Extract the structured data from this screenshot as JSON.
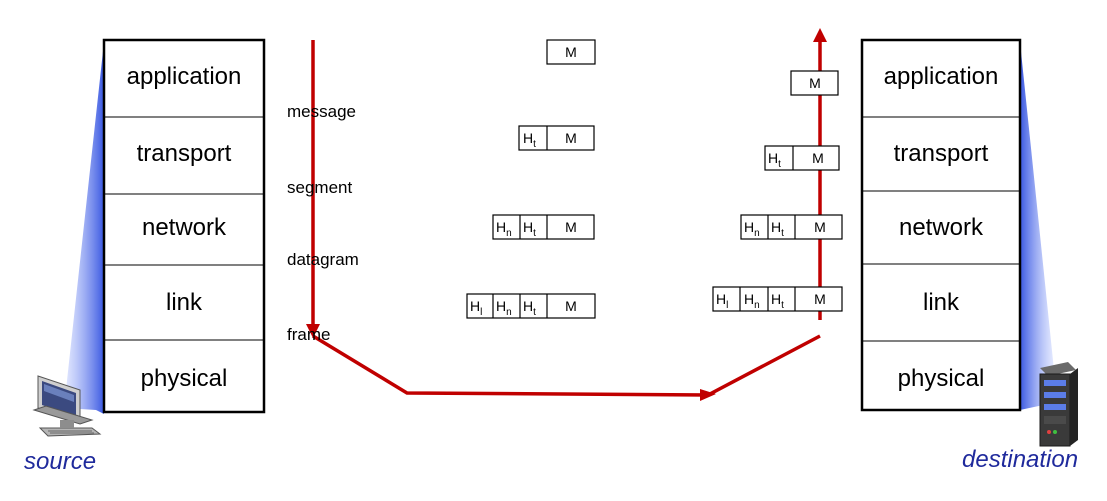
{
  "layers": [
    "application",
    "transport",
    "network",
    "link",
    "physical"
  ],
  "stage_labels": [
    "message",
    "segment",
    "datagram",
    "frame"
  ],
  "payload": "M",
  "headers": {
    "transport": {
      "letter": "H",
      "sub": "t"
    },
    "network": {
      "letter": "H",
      "sub": "n"
    },
    "link": {
      "letter": "H",
      "sub": "l"
    }
  },
  "source_caption": "source",
  "destination_caption": "destination",
  "colors": {
    "arrow": "#c00000",
    "caption": "#1f2a9c",
    "shadow": "#2f4fe0"
  },
  "icons": {
    "source": "laptop-computer-icon",
    "destination": "server-tower-icon"
  }
}
